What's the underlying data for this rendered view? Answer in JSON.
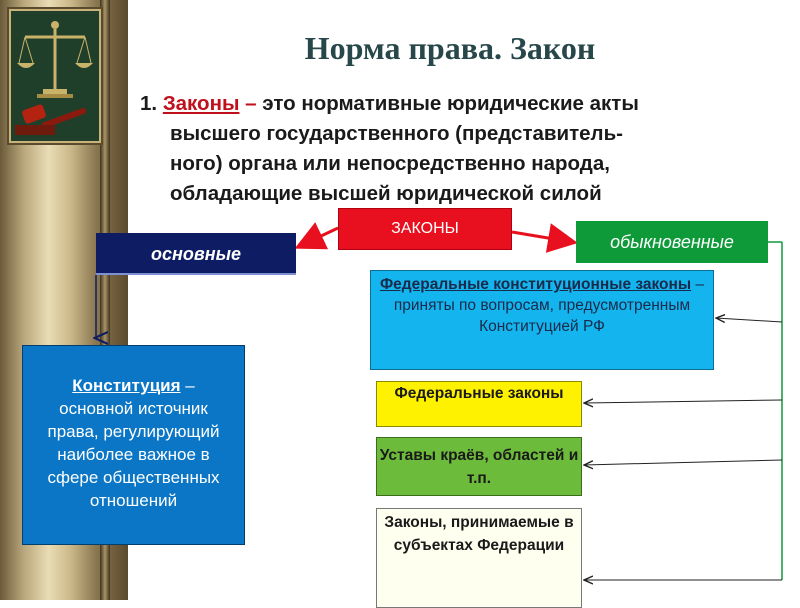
{
  "title": "Норма права. Закон",
  "definition": {
    "number": "1.",
    "term": "Законы",
    "dash": "–",
    "line1": "это нормативные юридические акты",
    "line2": "высшего государственного (представитель-",
    "line3": "ного) органа или непосредственно народа,",
    "line4": "обладающие высшей юридической силой"
  },
  "diagram": {
    "root": "ЗАКОНЫ",
    "basic": "основные",
    "ordinary": "обыкновенные",
    "constitution": {
      "term": "Конституция",
      "text": "– основной источник права, регулирующий наиболее важное в сфере общественных отношений"
    },
    "fkz": {
      "term": "Федеральные конституционные законы",
      "text": "– приняты по вопросам, предусмотренным Конституцией РФ"
    },
    "federal_laws": "Федеральные законы",
    "charters": "Уставы краёв, областей и т.п.",
    "subject_laws": "Законы, принимаемые в субъектах Федерации"
  },
  "colors": {
    "root": "#e8101e",
    "basic": "#0e1d63",
    "ordinary": "#0f9a3a",
    "fkz": "#14b4ee",
    "federal_laws": "#fff200",
    "charters": "#6dbb3b",
    "constitution": "#0a76c5",
    "term": "#c0101b",
    "title": "#27474a"
  },
  "icons": [
    "scales-of-justice-icon",
    "gavel-icon"
  ]
}
